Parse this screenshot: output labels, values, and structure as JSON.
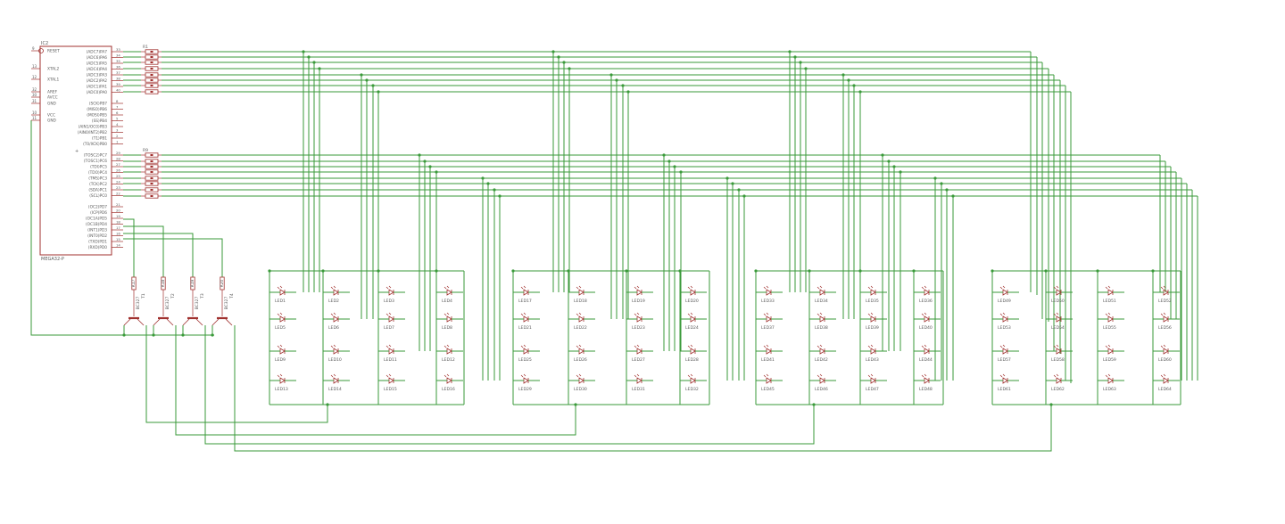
{
  "colors": {
    "wire": "#3a9a3a",
    "junction": "#3a9a3a",
    "part": "#a0312f",
    "text": "#5a5a5a",
    "background": "#ffffff"
  },
  "mcu": {
    "ref": "IC2",
    "value": "MEGA32-P",
    "left_pins": [
      {
        "num": "9",
        "name": "RESET"
      },
      {
        "num": "13",
        "name": "XTAL2"
      },
      {
        "num": "12",
        "name": "XTAL1"
      },
      {
        "num": "32",
        "name": "AREF"
      },
      {
        "num": "30",
        "name": "AVCC"
      },
      {
        "num": "31",
        "name": "GND"
      },
      {
        "num": "10",
        "name": "VCC"
      },
      {
        "num": "11",
        "name": "GND"
      }
    ],
    "right_pins_a": [
      {
        "num": "33",
        "name": "(ADC7)PA7"
      },
      {
        "num": "34",
        "name": "(ADC6)PA6"
      },
      {
        "num": "35",
        "name": "(ADC5)PA5"
      },
      {
        "num": "36",
        "name": "(ADC4)PA4"
      },
      {
        "num": "37",
        "name": "(ADC3)PA3"
      },
      {
        "num": "38",
        "name": "(ADC2)PA2"
      },
      {
        "num": "39",
        "name": "(ADC1)PA1"
      },
      {
        "num": "40",
        "name": "(ADC0)PA0"
      }
    ],
    "right_pins_b": [
      {
        "num": "8",
        "name": "(SCK)PB7"
      },
      {
        "num": "7",
        "name": "(MISO)PB6"
      },
      {
        "num": "6",
        "name": "(MOSI)PB5"
      },
      {
        "num": "5",
        "name": "(SS)PB4"
      },
      {
        "num": "4",
        "name": "(AIN1/OC0)PB3"
      },
      {
        "num": "3",
        "name": "(AIN0/INT2)PB2"
      },
      {
        "num": "2",
        "name": "(T1)PB1"
      },
      {
        "num": "1",
        "name": "(T0/XCK)PB0"
      }
    ],
    "right_pins_c": [
      {
        "num": "29",
        "name": "(TOSC2)PC7"
      },
      {
        "num": "28",
        "name": "(TOSC1)PC6"
      },
      {
        "num": "27",
        "name": "(TDI)PC5"
      },
      {
        "num": "26",
        "name": "(TDO)PC4"
      },
      {
        "num": "25",
        "name": "(TMS)PC3"
      },
      {
        "num": "24",
        "name": "(TCK)PC2"
      },
      {
        "num": "23",
        "name": "(SDA)PC1"
      },
      {
        "num": "22",
        "name": "(SCL)PC0"
      }
    ],
    "right_pins_d": [
      {
        "num": "21",
        "name": "(OC2)PD7"
      },
      {
        "num": "20",
        "name": "(ICP)PD6"
      },
      {
        "num": "19",
        "name": "(OC1A)PD5"
      },
      {
        "num": "18",
        "name": "(OC1B)PD4"
      },
      {
        "num": "17",
        "name": "(INT1)PD3"
      },
      {
        "num": "16",
        "name": "(INT0)PD2"
      },
      {
        "num": "15",
        "name": "(TXD)PD1"
      },
      {
        "num": "14",
        "name": "(RXD)PD0"
      }
    ]
  },
  "resistor_packs": [
    {
      "ref": "R1"
    },
    {
      "ref": "R9"
    }
  ],
  "drivers": [
    {
      "resistor": "R17",
      "transistor": "BC327",
      "ref": "T1"
    },
    {
      "resistor": "R18",
      "transistor": "BC327",
      "ref": "T2"
    },
    {
      "resistor": "R19",
      "transistor": "BC327",
      "ref": "T3"
    },
    {
      "resistor": "R20",
      "transistor": "BC327",
      "ref": "T4"
    }
  ],
  "led_prefix": "LED",
  "led_count": 64
}
